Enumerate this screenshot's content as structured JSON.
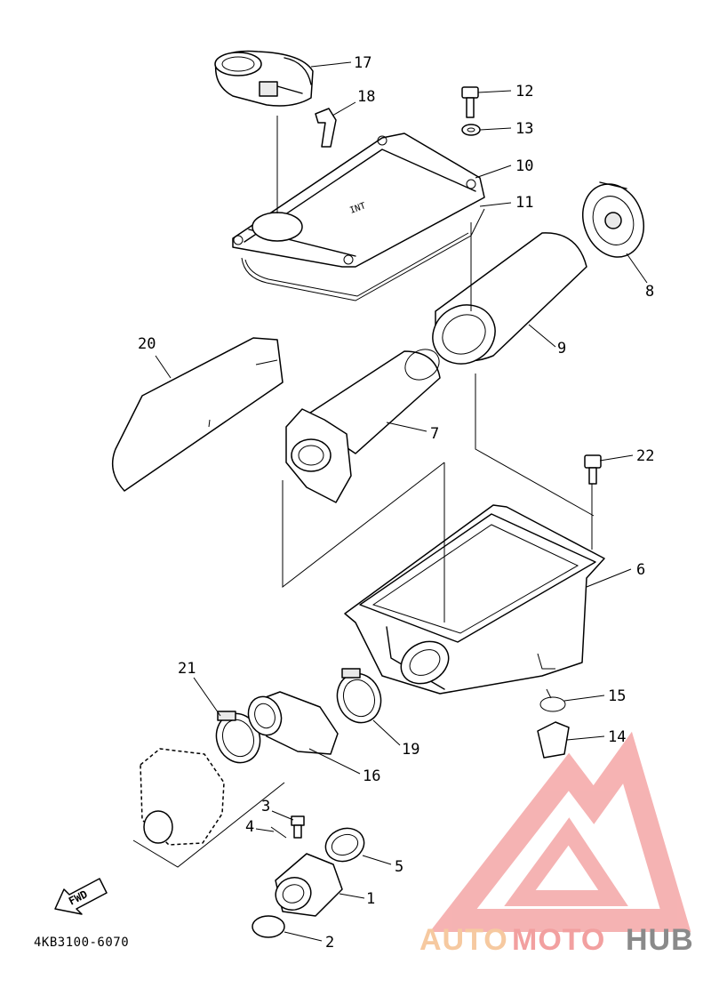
{
  "diagram_code": "4KB3100-6070",
  "fwd_label": "FWD",
  "watermark": {
    "text_a": "AUTO",
    "text_b": "MOTO",
    "text_c": "HUB",
    "color_a": "#f6c9a0",
    "color_b": "#f2a0a0",
    "color_c": "#8a8a8a",
    "triangle_color": "#f4a6a6"
  },
  "callouts": [
    "1",
    "2",
    "3",
    "4",
    "5",
    "6",
    "7",
    "8",
    "9",
    "10",
    "11",
    "12",
    "13",
    "14",
    "15",
    "16",
    "17",
    "18",
    "19",
    "20",
    "21",
    "22"
  ]
}
